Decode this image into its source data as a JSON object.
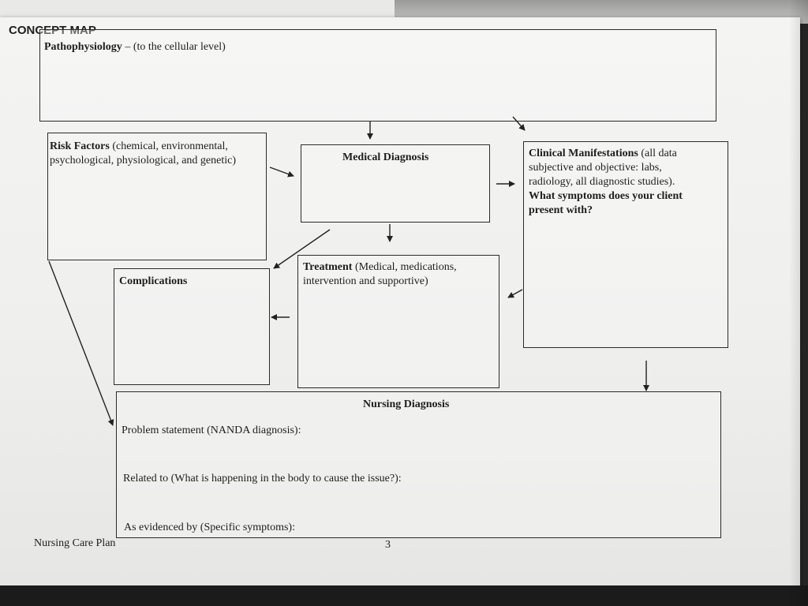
{
  "page": {
    "heading": "CONCEPT MAP",
    "footer_left": "Nursing Care Plan",
    "page_number": "3"
  },
  "pathophysiology": {
    "title": "Pathophysiology",
    "subtitle": " – (to the cellular level)"
  },
  "risk_factors": {
    "title": "Risk Factors",
    "desc_line1": " (chemical, environmental,",
    "desc_line2": "psychological, physiological, and genetic)"
  },
  "medical_diagnosis": {
    "title": "Medical Diagnosis"
  },
  "clinical_manifestations": {
    "title": "Clinical Manifestations",
    "desc_line1": " (all data",
    "desc_line2": "subjective and objective: labs,",
    "desc_line3": "radiology, all diagnostic studies).",
    "question_line1": "What symptoms does your client",
    "question_line2": "present with?"
  },
  "complications": {
    "title": "Complications"
  },
  "treatment": {
    "title": "Treatment",
    "desc_line1": " (Medical, medications,",
    "desc_line2": "intervention and supportive)"
  },
  "nursing_diagnosis": {
    "title": "Nursing Diagnosis",
    "problem_statement": "Problem statement (NANDA diagnosis):",
    "related_to": "Related to (What is happening in the body to cause the issue?):",
    "as_evidenced_by": "As evidenced by (Specific symptoms):"
  }
}
